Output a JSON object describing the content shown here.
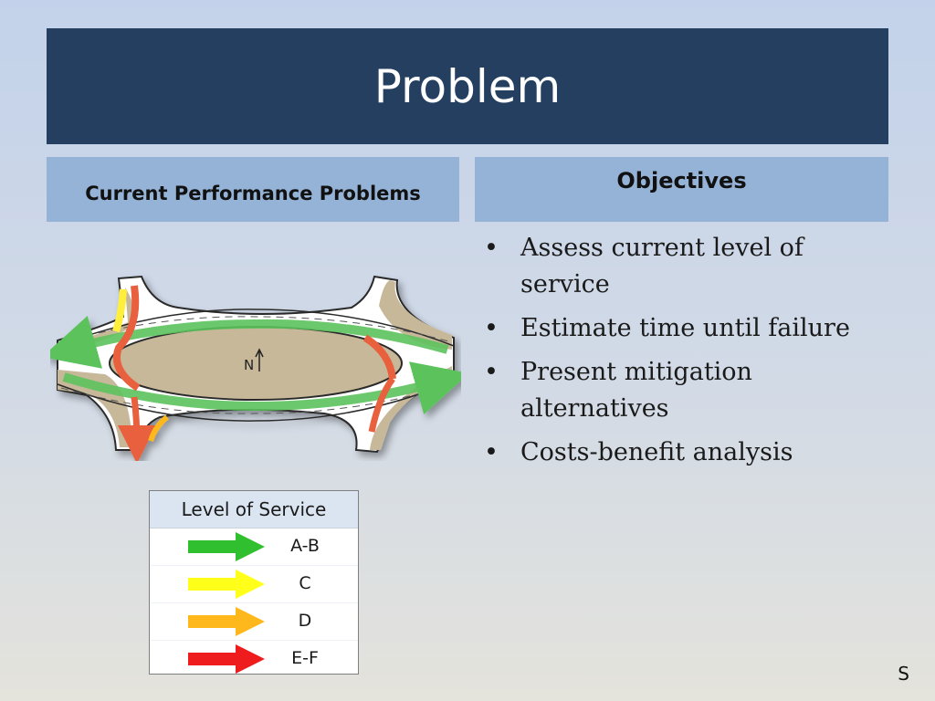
{
  "slide": {
    "title": "Problem",
    "left_header": "Current Performance Problems",
    "right_header": "Objectives",
    "bullets": [
      "Assess current level of service",
      "Estimate time until failure",
      "Present mitigation alternatives",
      "Costs-benefit analysis"
    ],
    "diagram": {
      "north_label": "N"
    },
    "legend": {
      "header": "Level of Service",
      "rows": [
        {
          "label": "A-B",
          "color": "#2fbf2f"
        },
        {
          "label": "C",
          "color": "#ffff1a"
        },
        {
          "label": "D",
          "color": "#ffb81c"
        },
        {
          "label": "E-F",
          "color": "#ee1c1c"
        }
      ]
    },
    "page_number": "S"
  },
  "colors": {
    "title_bg": "#243f60",
    "header_bg": "#95b3d7",
    "legend_header_bg": "#dbe5f1",
    "island_fill": "#c8b89a",
    "green_flow": "#5cc25c",
    "red_flow": "#e8603c"
  },
  "icons": [
    "bullet-dot",
    "north-arrow-icon",
    "level-of-service-arrow-icon"
  ]
}
